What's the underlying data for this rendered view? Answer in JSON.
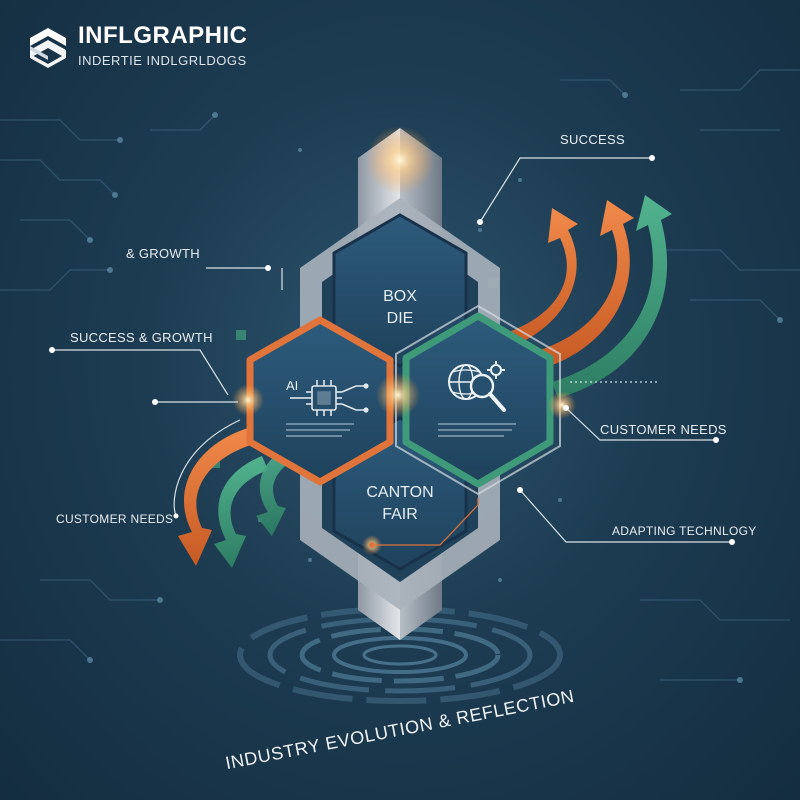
{
  "brand": {
    "title": "INFLGRAPHIC",
    "subtitle": "INDERTIE INDLGRLDOGS"
  },
  "labels": {
    "success": "SUCCESS",
    "growth": "& GROWTH",
    "success_growth": "SUCCESS & GROWTH",
    "customer_needs_right": "CUSTOMER NEEDS",
    "customer_needs_left": "CUSTOMER NEEDS",
    "adapting_technology": "ADAPTING TECHNLOGY"
  },
  "hexagons": {
    "top": {
      "line1": "BOX",
      "line2": "DIE"
    },
    "left": {
      "label": "AI"
    },
    "bottom": {
      "line1": "CANTON",
      "line2": "FAIR"
    }
  },
  "footer": "INDUSTRY EVOLUTION & REFLECTION",
  "icons": [
    "logo-icon",
    "chip-icon",
    "globe-search-gear-icon",
    "arrow-up-icon",
    "arrow-down-icon"
  ],
  "colors": {
    "background": "#1d3c52",
    "orange": "#e0743a",
    "green": "#3f9a7a",
    "hex_fill": "#26506e",
    "pillar": "#c7ccd3"
  }
}
